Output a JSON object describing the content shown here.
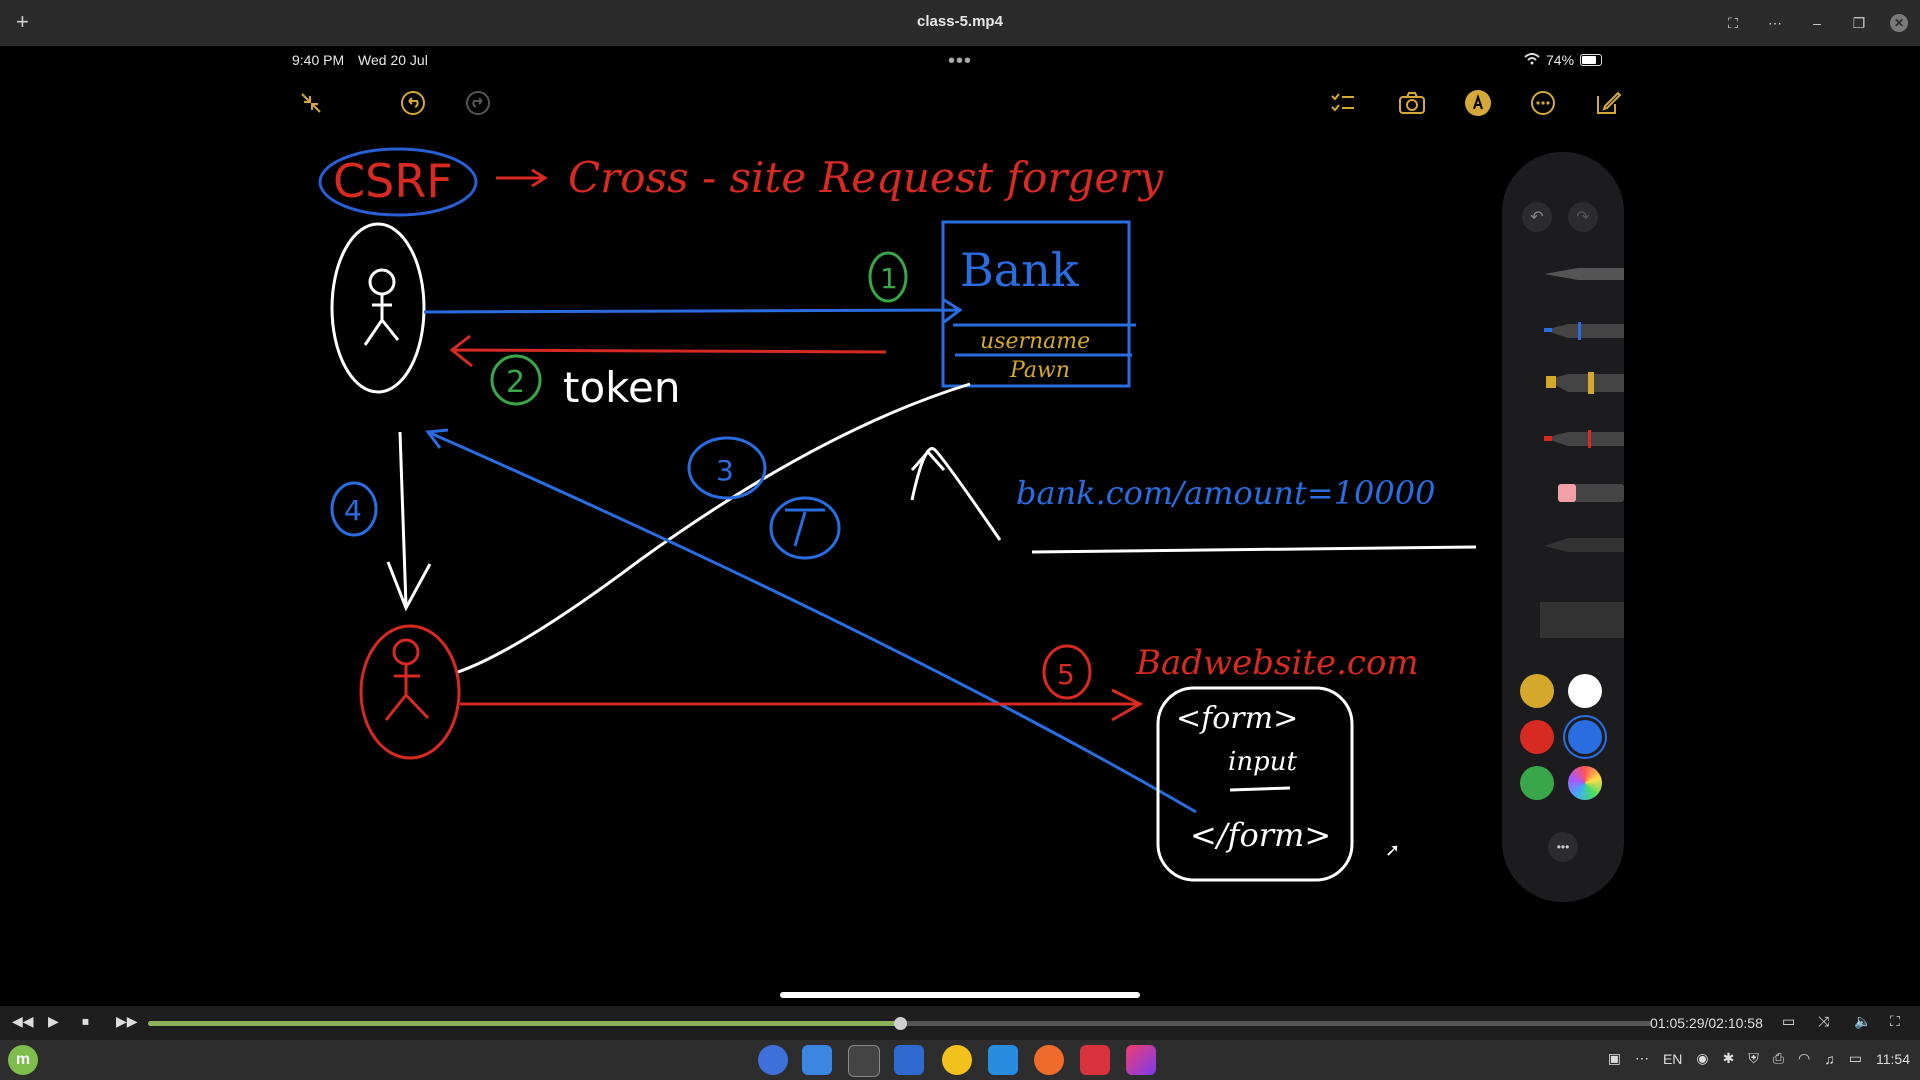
{
  "window": {
    "title": "class-5.mp4",
    "new_tab": "+"
  },
  "ipad": {
    "time": "9:40 PM",
    "date": "Wed 20 Jul",
    "battery": "74%",
    "dots": "•••"
  },
  "notes_toolbar": {
    "left": [
      "collapse-icon",
      "undo-icon",
      "redo-icon"
    ],
    "right": [
      "checklist-icon",
      "camera-icon",
      "markup-icon",
      "more-icon",
      "compose-icon"
    ]
  },
  "drawing": {
    "title": "CSRF",
    "subtitle": "Cross - site Request forgery",
    "bank_label": "Bank",
    "field_username": "username",
    "field_password": "Pawn",
    "step1": "1",
    "step2": "2",
    "token": "token",
    "step3": "3",
    "step4": "4",
    "step5": "5",
    "url": "bank.com/amount=10000",
    "bad_site": "Badwebsite.com",
    "form_open": "<form>",
    "form_input": "input",
    "form_close": "</form>"
  },
  "palette": {
    "colors": [
      "#d4a92b",
      "#ffffff",
      "#d62a22",
      "#2a6de0",
      "#3aa64a",
      "rainbow"
    ],
    "selected": "#2a6de0",
    "more": "•••"
  },
  "player": {
    "time": "01:05:29/02:10:58",
    "progress": 0.5
  },
  "taskbar": {
    "lang": "EN",
    "clock": "11:54"
  }
}
